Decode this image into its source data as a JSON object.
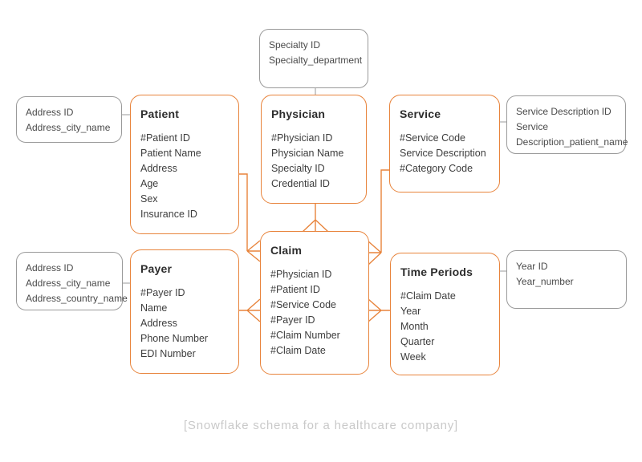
{
  "caption": "[Snowflake schema for a healthcare company]",
  "colors": {
    "entity": "#e8843c",
    "dimension": "#9a9a9a",
    "caption": "#c9c9c9",
    "title_text": "#2d2d2d",
    "field_text": "#3d3d3d"
  },
  "entities": {
    "patient": {
      "title": "Patient",
      "fields": [
        "#Patient ID",
        "Patient Name",
        "Address",
        "Age",
        "Sex",
        "Insurance ID"
      ]
    },
    "physician": {
      "title": "Physician",
      "fields": [
        "#Physician ID",
        "Physician Name",
        "Specialty ID",
        "Credential ID"
      ]
    },
    "service": {
      "title": "Service",
      "fields": [
        "#Service Code",
        "Service Description",
        "#Category Code"
      ]
    },
    "payer": {
      "title": "Payer",
      "fields": [
        "#Payer ID",
        "Name",
        "Address",
        "Phone Number",
        "EDI Number"
      ]
    },
    "claim": {
      "title": "Claim",
      "fields": [
        "#Physician ID",
        "#Patient ID",
        "#Service Code",
        "#Payer ID",
        "#Claim Number",
        "#Claim Date"
      ]
    },
    "time_periods": {
      "title": "Time Periods",
      "fields": [
        "#Claim Date",
        "Year",
        "Month",
        "Quarter",
        "Week"
      ]
    }
  },
  "dimensions": {
    "specialty": {
      "lines": [
        "Specialty ID",
        "Specialty_department"
      ]
    },
    "patient_address": {
      "lines": [
        "Address ID",
        "Address_city_name"
      ]
    },
    "payer_address": {
      "lines": [
        "Address ID",
        "Address_city_name",
        "Address_country_name"
      ]
    },
    "service_description": {
      "lines": [
        "Service Description ID",
        "Service",
        "Description_patient_name"
      ]
    },
    "year": {
      "lines": [
        "Year ID",
        "Year_number"
      ]
    }
  }
}
